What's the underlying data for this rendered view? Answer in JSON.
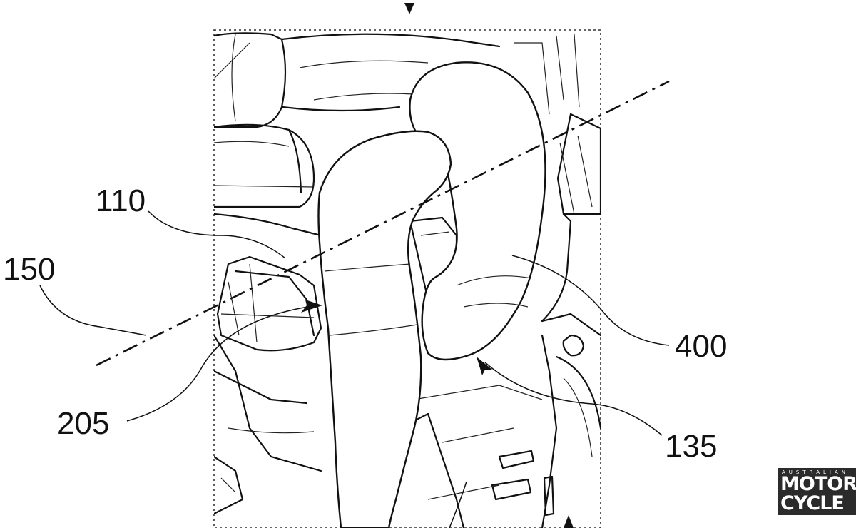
{
  "diagram": {
    "reference_labels": [
      {
        "id": "110",
        "text": "110"
      },
      {
        "id": "150",
        "text": "150"
      },
      {
        "id": "205",
        "text": "205"
      },
      {
        "id": "400",
        "text": "400"
      },
      {
        "id": "135",
        "text": "135"
      }
    ],
    "line_color": "#111111",
    "background_color": "#ffffff"
  },
  "watermark": {
    "country": "AUSTRALIAN",
    "word1": "MOTOR",
    "word2": "CYCLE",
    "background_color": "#2b2b2b"
  }
}
